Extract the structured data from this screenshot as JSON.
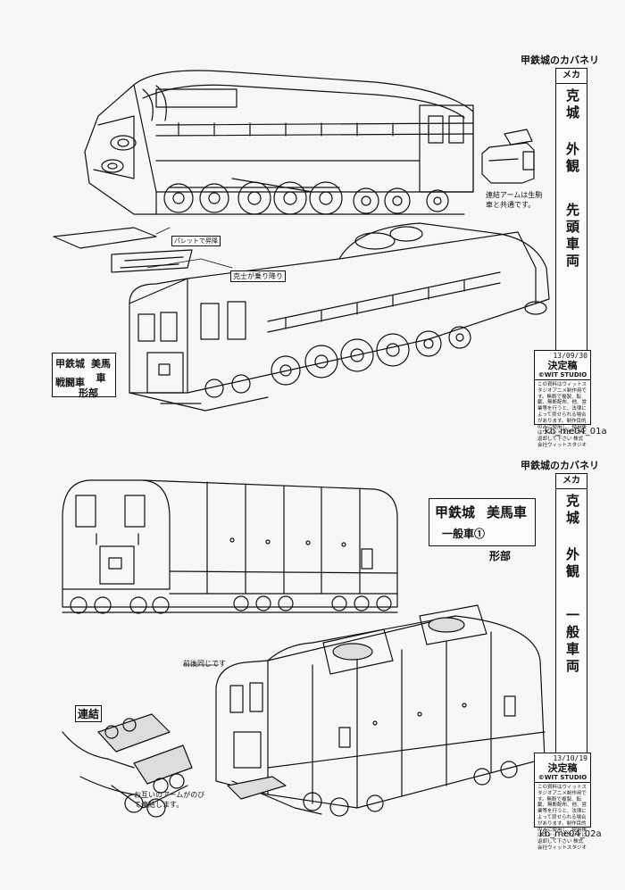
{
  "sheet1": {
    "logo": "甲鉄城のカバネリ",
    "tag": "メカ",
    "title_col1": "克城",
    "title_col2": "外観",
    "title_col3": "先頭車両",
    "approval_date": "13/09/30",
    "approval_status": "決定稿",
    "studio": "©WIT STUDIO",
    "approval_note": "この資料はウィットスタジオアニメ制作用です。無断で複製、転載、無断配布、他、営業等を行うと、法律によって罰せられる場合があります。制作目的のみに使用し、使用後はウィットスタジオに返却して下さい 株式会社ウィットスタジオ",
    "code": "kb_me04_01a",
    "label_line1": "甲鉄城",
    "label_line2": "美馬車",
    "label_line3": "戦闘車",
    "label_dept": "形部",
    "note_coupler": "連結アームは生駒車と共通です。",
    "note_lift": "パレットで昇降",
    "note_stair": "克士が乗り降り"
  },
  "sheet2": {
    "logo": "甲鉄城のカバネリ",
    "tag": "メカ",
    "title_col1": "克城",
    "title_col2": "外観",
    "title_col3": "一般車両",
    "approval_date": "13/10/19",
    "approval_status": "決定稿",
    "studio": "©WIT STUDIO",
    "approval_note": "この資料はウィットスタジオアニメ制作用です。無断で複製、転載、無断配布、他、営業等を行うと、法律によって罰せられる場合があります。制作目的のみに使用し、使用後はウィットスタジオに返却して下さい 株式会社ウィットスタジオ",
    "code": "kb_me04_02a",
    "label_line1": "甲鉄城",
    "label_line2": "美馬車",
    "label_line3": "一般車①",
    "label_dept": "形部",
    "note_same": "前後同じです",
    "note_coupling": "連結",
    "note_arm": "お互いのアームがのびて連結します。"
  }
}
